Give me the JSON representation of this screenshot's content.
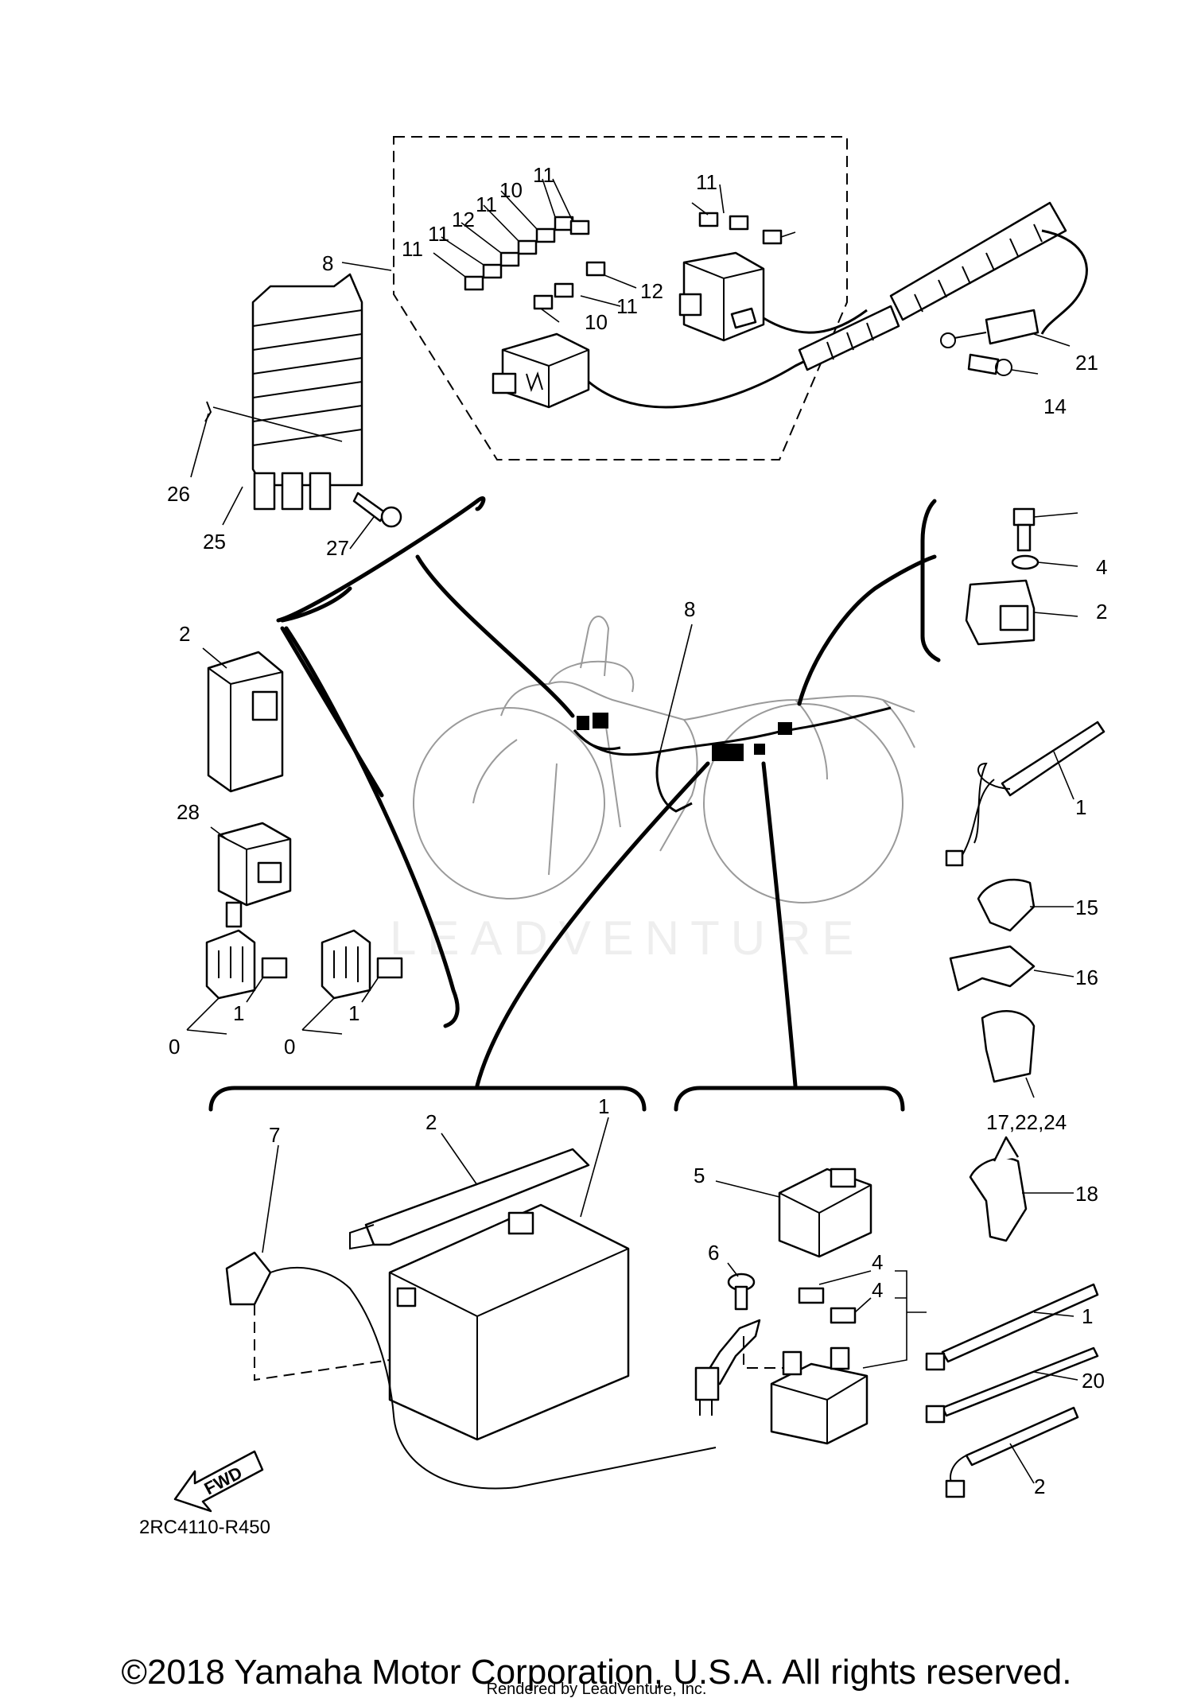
{
  "diagram": {
    "reference_code": "2RC4110-R450",
    "fwd_label": "FWD",
    "watermark": "LEADVENTURE",
    "callouts": {
      "c_8_top": "8",
      "c_11_a": "11",
      "c_11_b": "11",
      "c_11_c": "11",
      "c_11_d": "11",
      "c_11_e": "11",
      "c_11_f": "11",
      "c_12_a": "12",
      "c_12_b": "12",
      "c_10_a": "10",
      "c_10_b": "10",
      "c_21": "21",
      "c_14": "14",
      "c_26": "26",
      "c_25": "25",
      "c_27": "27",
      "c_4_right": "4",
      "c_2_right": "2",
      "c_8_mid": "8",
      "c_2_relay": "2",
      "c_28": "28",
      "c_1_right": "1",
      "c_15": "15",
      "c_16": "16",
      "c_1_conn_a": "1",
      "c_1_conn_b": "1",
      "c_0_a": "0",
      "c_0_b": "0",
      "c_17_22_24": "17,22,24",
      "c_2_band": "2",
      "c_1_battery": "1",
      "c_7": "7",
      "c_5": "5",
      "c_6": "6",
      "c_4_fuse_a": "4",
      "c_4_fuse_b": "4",
      "c_18": "18",
      "c_1_tie": "1",
      "c_20": "20",
      "c_2_tie": "2"
    }
  },
  "footer": {
    "copyright": "©2018 Yamaha Motor Corporation, U.S.A. All rights reserved.",
    "rendered_by": "Rendered by LeadVenture, Inc."
  }
}
